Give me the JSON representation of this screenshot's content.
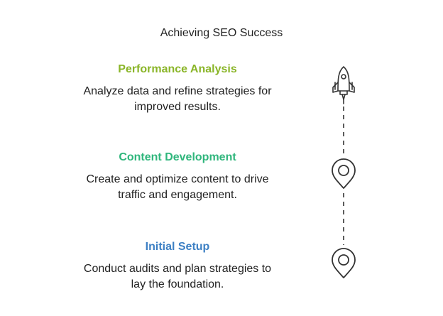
{
  "diagram": {
    "title": "Achieving SEO Success",
    "stages": [
      {
        "title": "Performance Analysis",
        "description_line1": "Analyze data and refine strategies for",
        "description_line2": "improved results.",
        "color": "#8ab528",
        "icon": "rocket-icon"
      },
      {
        "title": "Content Development",
        "description_line1": "Create and optimize content to drive",
        "description_line2": "traffic and engagement.",
        "color": "#2fb67c",
        "icon": "location-pin-icon"
      },
      {
        "title": "Initial Setup",
        "description_line1": "Conduct audits and plan strategies to",
        "description_line2": "lay the foundation.",
        "color": "#3d80c4",
        "icon": "location-pin-icon"
      }
    ],
    "line_color": "#333333"
  }
}
